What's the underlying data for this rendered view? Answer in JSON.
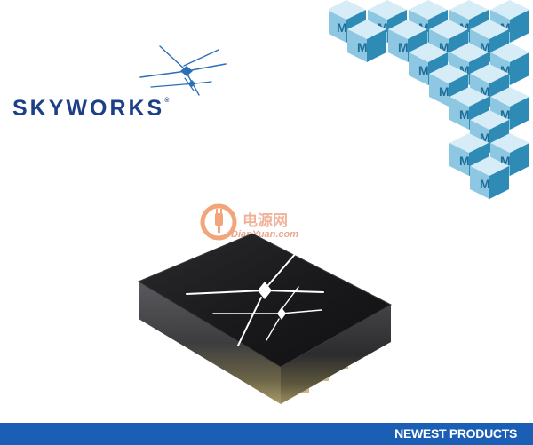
{
  "brand": {
    "name": "SKYWORKS",
    "trademark": "®"
  },
  "distributor_logo": {
    "letter": "M"
  },
  "watermark": {
    "site_text": "DianYuan.com",
    "cn_text": "电源网"
  },
  "footer": {
    "label": "NEWEST PRODUCTS"
  },
  "colors": {
    "brand_blue": "#1c3f86",
    "footer_blue": "#1a5fb5",
    "cube_teal": "#2e8bb5",
    "watermark_orange": "#ee8a4f"
  }
}
